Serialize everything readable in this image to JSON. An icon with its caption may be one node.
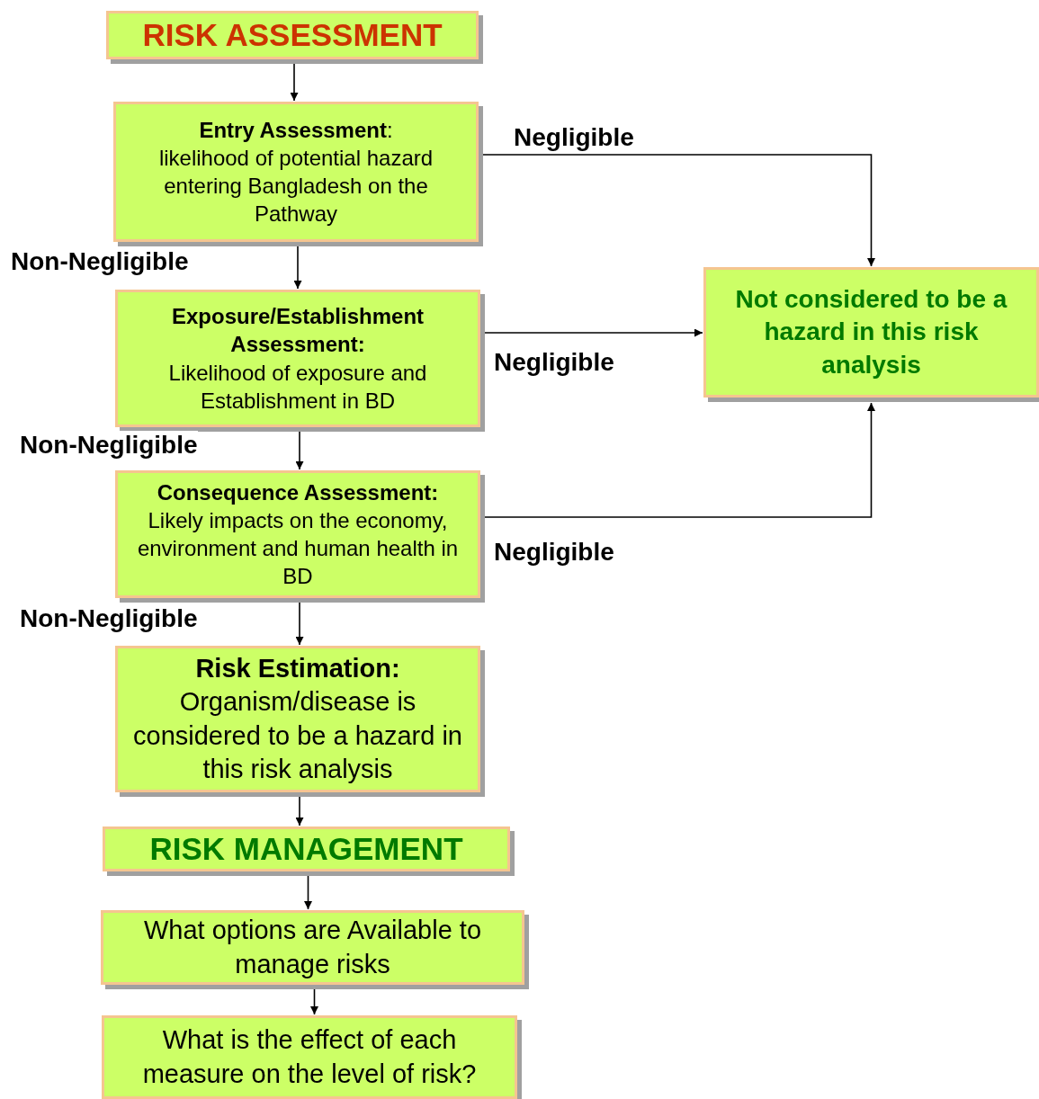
{
  "diagram": {
    "nodes": [
      {
        "text": [
          "RISK ASSESSMENT"
        ]
      },
      {
        "text": [
          "**Entry Assessment**:",
          "likelihood of potential hazard entering Bangladesh on the Pathway"
        ]
      },
      {
        "text": [
          "Exposure/Establishment Assessment:",
          "Likelihood of exposure and Establishment in BD"
        ]
      },
      {
        "text": [
          "Consequence Assessment:",
          "Likely impacts on the economy, environment and human health in BD"
        ]
      },
      {
        "text": [
          "Risk Estimation:",
          "Organism/disease is considered to be a hazard in this risk analysis"
        ]
      },
      {
        "text": [
          "Not considered to be a hazard in this risk analysis"
        ]
      },
      {
        "text": [
          "RISK MANAGEMENT"
        ]
      },
      {
        "text": [
          "What options are Available to manage risks"
        ]
      },
      {
        "text": [
          "What is the effect of each measure on the level of risk?"
        ]
      }
    ],
    "edges": [
      {
        "from": 0,
        "to": 1,
        "arrow": "to"
      },
      {
        "from": 1,
        "to": 2,
        "arrow": "to",
        "label": "Non-Negligible"
      },
      {
        "from": 1,
        "to": 5,
        "arrow": "to",
        "label": "Negligible"
      },
      {
        "from": 2,
        "to": 3,
        "arrow": "to",
        "label": "Non-Negligible"
      },
      {
        "from": 2,
        "to": 5,
        "arrow": "to",
        "label": "Negligible"
      },
      {
        "from": 3,
        "to": 4,
        "arrow": "to",
        "label": "Non-Negligible"
      },
      {
        "from": 3,
        "to": 5,
        "arrow": "to",
        "label": "Negligible"
      },
      {
        "from": 4,
        "to": 6,
        "arrow": "to"
      },
      {
        "from": 6,
        "to": 7,
        "arrow": "to"
      },
      {
        "from": 7,
        "to": 8,
        "arrow": "to"
      }
    ]
  }
}
